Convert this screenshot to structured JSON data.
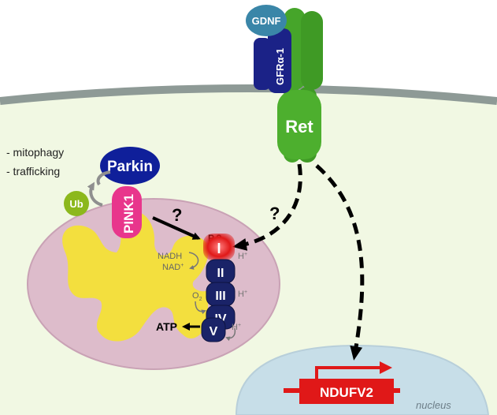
{
  "receptor": {
    "ligand": "GDNF",
    "coreceptor": "GFRα-1",
    "kinase": "Ret"
  },
  "parkin": {
    "label": "Parkin",
    "functions": [
      "- mitophagy",
      "- trafficking"
    ],
    "ubiquitin": "Ub"
  },
  "pink1": {
    "label": "PINK1"
  },
  "signals": {
    "pink1_question": "?",
    "ret_question": "?",
    "phospho": "P",
    "phospho_sub": "i",
    "phospho_question": "?"
  },
  "respiratory_chain": {
    "complexes": [
      "I",
      "II",
      "III",
      "IV",
      "V"
    ],
    "nadh": "NADH",
    "nad_plus": "NAD",
    "nad_sup": "+",
    "proton": "H",
    "proton_sup": "+",
    "oxygen": "O",
    "oxygen_sub": "2",
    "atp": "ATP"
  },
  "nucleus": {
    "gene": "NDUFV2",
    "label": "nucleus"
  },
  "colors": {
    "cytoplasm": "#f1f8e3",
    "membrane": "#8e9a96",
    "mitochondrion": "#ddbccb",
    "cristae": "#f3df3e",
    "nucleus": "#c7dee8",
    "parkin": "#0f1f9a",
    "pink1": "#e8368c",
    "ret": "#46a52a",
    "gfra": "#1b2287",
    "gdnf": "#3a86a8",
    "ub": "#8cb81c",
    "complex_dark": "#1a2368",
    "complex_one": "#e01818",
    "gene": "#e01818"
  }
}
